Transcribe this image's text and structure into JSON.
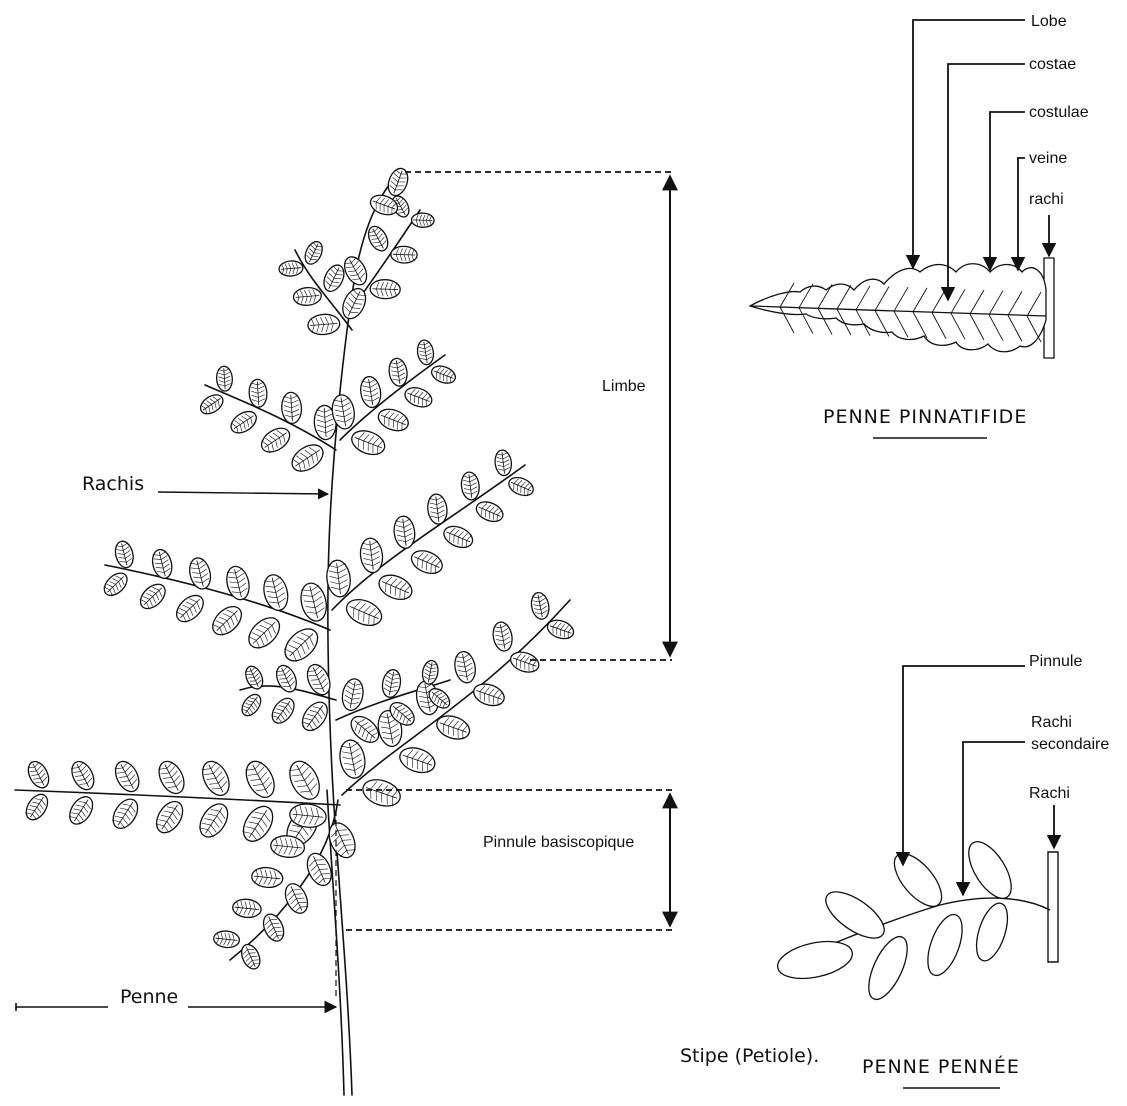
{
  "labels": {
    "rachis": "Rachis",
    "limbe": "Limbe",
    "pinnule_basiscopique": "Pinnule basiscopique",
    "penne": "Penne",
    "stipe": "Stipe (Petiole).",
    "lobe": "Lobe",
    "costae": "costae",
    "costulae": "costulae",
    "veine": "veine",
    "rachi_top": "rachi",
    "pinnule": "Pinnule",
    "rachi_secondaire_1": "Rachi",
    "rachi_secondaire_2": "secondaire",
    "rachi_bottom": "Rachi"
  },
  "captions": {
    "pinnatifide": "PENNE PINNATIFIDE",
    "pennee": "PENNE PENNÉE"
  }
}
